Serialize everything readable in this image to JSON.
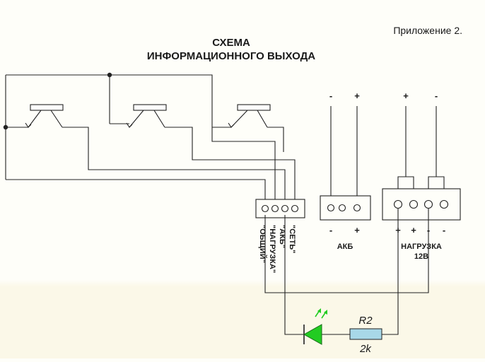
{
  "appendix_label": "Приложение 2.",
  "title_line1": "СХЕМА",
  "title_line2": "ИНФОРМАЦИОННОГО ВЫХОДА",
  "colors": {
    "background_top": "#fefef9",
    "background_bottom": "#fbf8e8",
    "wire": "#222222",
    "led": "#22cc22",
    "resistor_fill": "#a8d8e8",
    "resistor_label": "#1a1a1a"
  },
  "info_connector": {
    "pin_labels": [
      "\"ОБЩИЙ\"",
      "\"НАГРУЗКА\"",
      "\"АКБ\"",
      "\"СЕТЬ\""
    ]
  },
  "battery_connector": {
    "label": "АКБ",
    "top_signs": [
      "-",
      "+"
    ],
    "bottom_signs": [
      "-",
      "+"
    ]
  },
  "load_connector": {
    "label_line1": "НАГРУЗКА",
    "label_line2": "12В",
    "top_signs": [
      "+",
      "-"
    ],
    "bottom_signs": [
      "+",
      "+",
      "-",
      "-"
    ]
  },
  "resistor": {
    "name": "R2",
    "value": "2k"
  },
  "led": {
    "icon": "led-icon"
  }
}
